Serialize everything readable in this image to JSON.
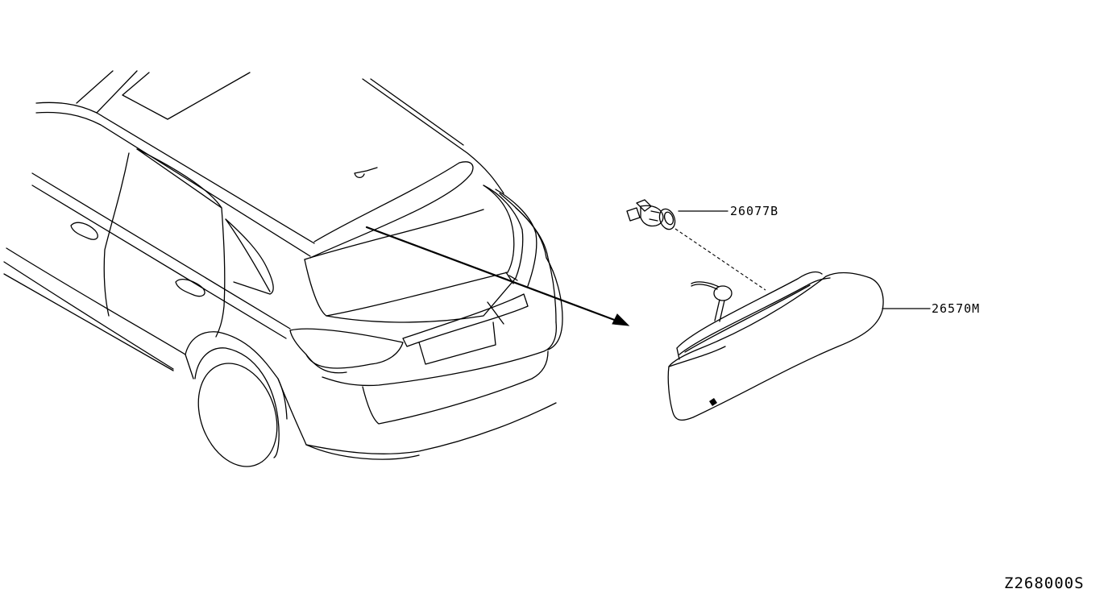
{
  "parts": [
    {
      "id": "bulb-socket",
      "number": "26077B"
    },
    {
      "id": "high-mount-stop-lamp",
      "number": "26570M"
    }
  ],
  "diagram_code": "Z268000S",
  "colors": {
    "line": "#000000",
    "background": "#ffffff"
  }
}
